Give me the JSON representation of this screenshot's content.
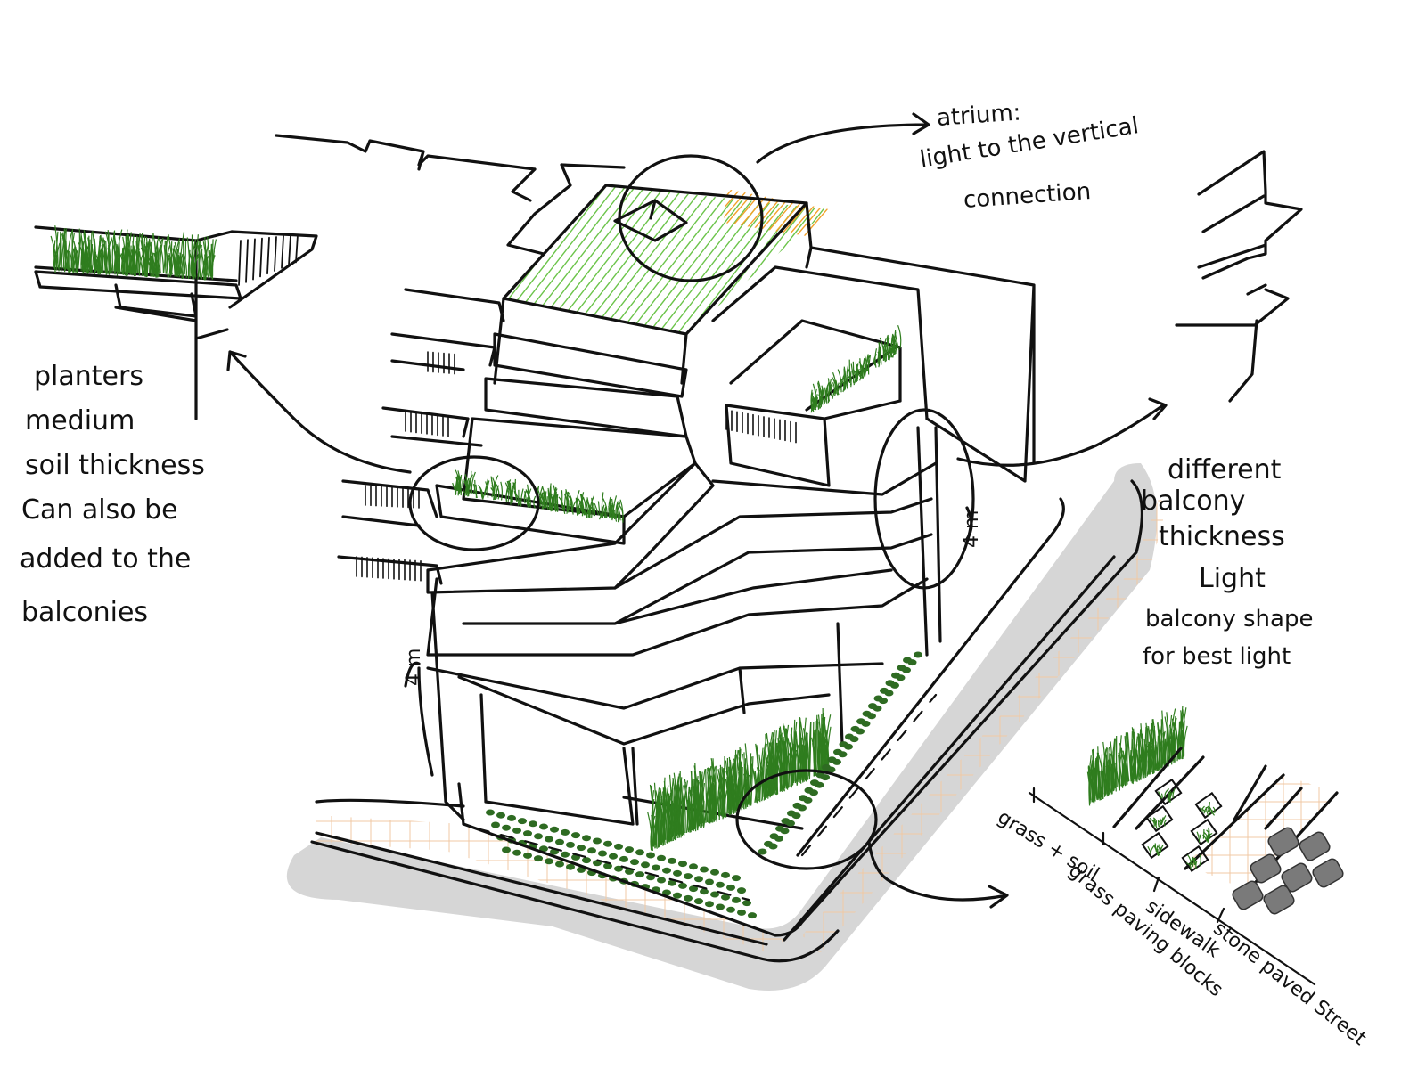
{
  "annotations": {
    "atrium": {
      "title": "atrium:",
      "lines": [
        "light to the vertical",
        "connection"
      ]
    },
    "planters": {
      "lines": [
        "planters",
        "medium",
        "soil thickness",
        "Can also be",
        "added to the",
        "balconies"
      ]
    },
    "balcony": {
      "lines": [
        "different",
        "balcony",
        "thickness",
        "Light",
        "balcony shape",
        "for best light"
      ]
    },
    "ground_layers": {
      "grass_soil": "grass + soil",
      "grass_paving": "grass paving blocks",
      "sidewalk": "sidewalk",
      "street": "stone paved Street"
    },
    "height_marks": [
      "4 m",
      "4 m"
    ]
  },
  "colors": {
    "ink": "#111111",
    "green_roof_hatch": "#6cc44a",
    "atrium_hatch": "#f2a12a",
    "grass": "#2f7d1e",
    "paving_dots": "#2e6b22",
    "tile_grid": "#f1c9a4",
    "shadow": "#d6d6d6",
    "stone": "#7a7a7a"
  }
}
